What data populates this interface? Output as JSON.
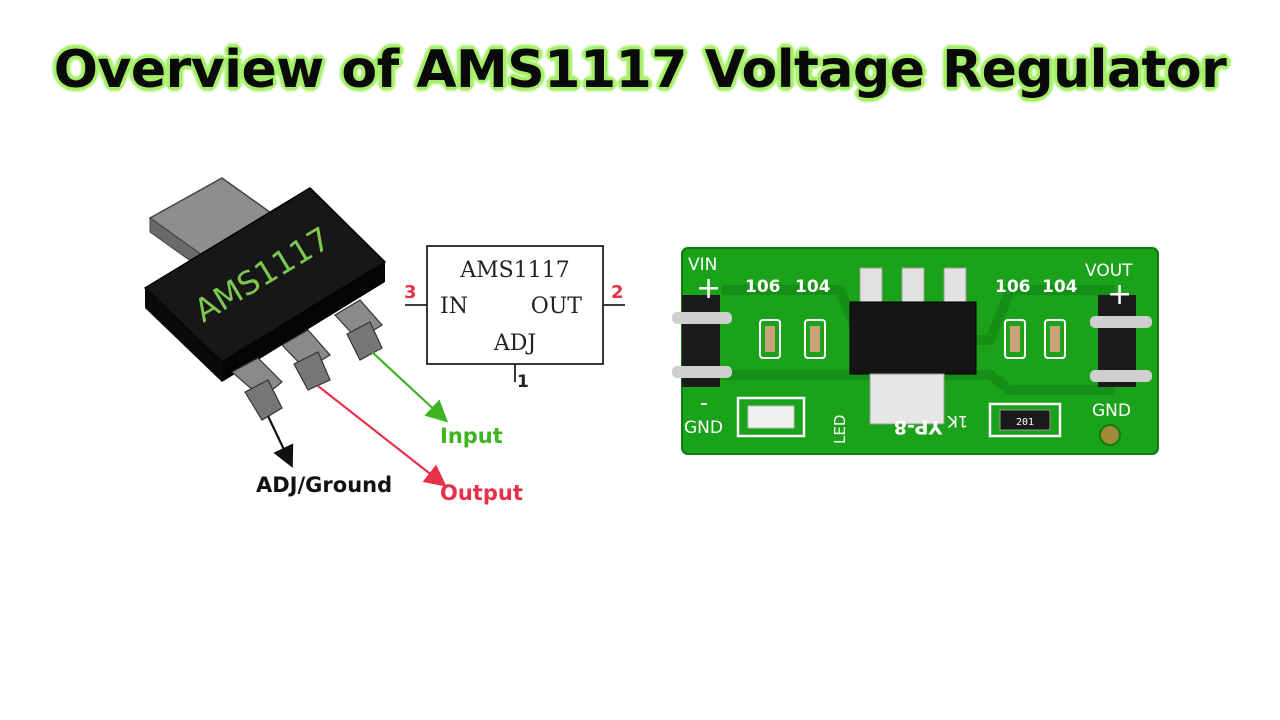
{
  "title": "Overview of AMS1117 Voltage Regulator",
  "package": {
    "marking": "AMS1117",
    "labels": {
      "adj": "ADJ/Ground",
      "output": "Output",
      "input": "Input"
    }
  },
  "schematic": {
    "part": "AMS1117",
    "pin_in": "IN",
    "pin_out": "OUT",
    "pin_adj": "ADJ",
    "pin_num_in": "3",
    "pin_num_out": "2",
    "pin_num_adj": "1"
  },
  "board": {
    "vin": "VIN",
    "vout": "VOUT",
    "gnd_left": "GND",
    "gnd_right": "GND",
    "plus_left": "+",
    "plus_right": "+",
    "minus_left": "-",
    "cap_left_a": "106",
    "cap_left_b": "104",
    "cap_right_a": "106",
    "cap_right_b": "104",
    "led": "LED",
    "resistor_label": "1K",
    "resistor_code": "201",
    "board_code": "YP-8"
  },
  "colors": {
    "title_glow": "#a6f06a",
    "input_arrow": "#3cb521",
    "output_arrow": "#e8304a",
    "pcb_green": "#1aa31a",
    "chip_black": "#121212"
  }
}
